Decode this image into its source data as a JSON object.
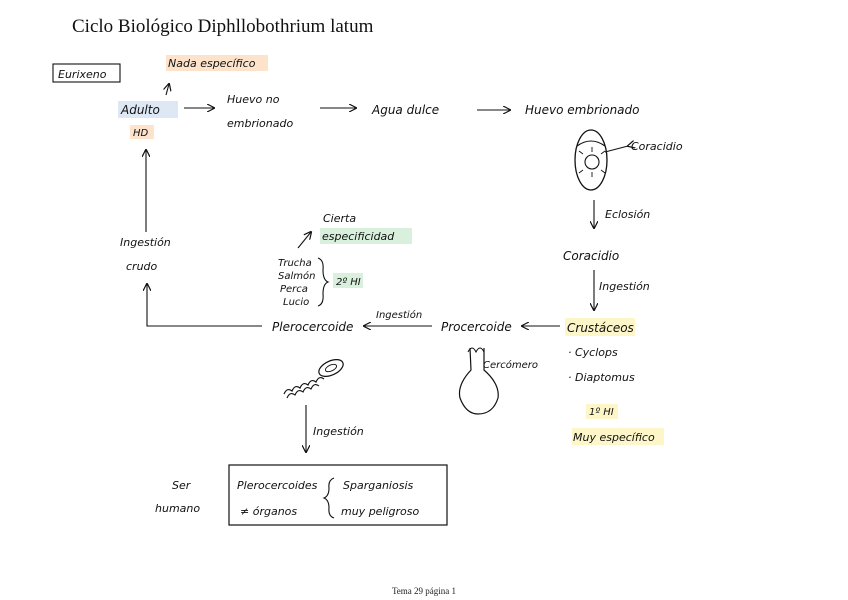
{
  "title": "Ciclo Biológico Diphllobothrium latum",
  "footer": "Tema 29 página 1",
  "colors": {
    "orange_highlight": "#fde3cc",
    "blue_highlight": "#dde8f4",
    "green_highlight": "#d9f0dc",
    "yellow_highlight": "#fdf6c8",
    "ink": "#111111"
  },
  "labels": {
    "eurixeno": "Eurixeno",
    "nada_especifico": "Nada específico",
    "adulto": "Adulto",
    "hd": "HD",
    "huevo_no_1": "Huevo no",
    "huevo_no_2": "embrionado",
    "agua_dulce": "Agua dulce",
    "huevo_embrionado": "Huevo embrionado",
    "coracidio_cell": "Coracidio",
    "eclosion": "Eclosión",
    "coracidio": "Coracidio",
    "ingestion_right": "Ingestión",
    "crustaceos": "Crustáceos",
    "cyclops": "· Cyclops",
    "diaptomus": "· Diaptomus",
    "hi1": "1º HI",
    "muy_especifico": "Muy específico",
    "procercoide": "Procercoide",
    "cercomero": "Cercómero",
    "ingestion_mid": "Ingestión",
    "plerocercoide": "Plerocercoide",
    "cierta_1": "Cierta",
    "cierta_2": "especificidad",
    "fish_1": "Trucha",
    "fish_2": "Salmón",
    "fish_3": "Perca",
    "fish_4": "Lucio",
    "hi2": "2º HI",
    "ingestion_left_1": "Ingestión",
    "ingestion_left_2": "crudo",
    "ingestion_bottom": "Ingestión",
    "ser_1": "Ser",
    "ser_2": "humano",
    "box_1": "Plerocercoides",
    "box_2": "≠ órganos",
    "box_3": "Sparganiosis",
    "box_4": "muy peligroso"
  }
}
